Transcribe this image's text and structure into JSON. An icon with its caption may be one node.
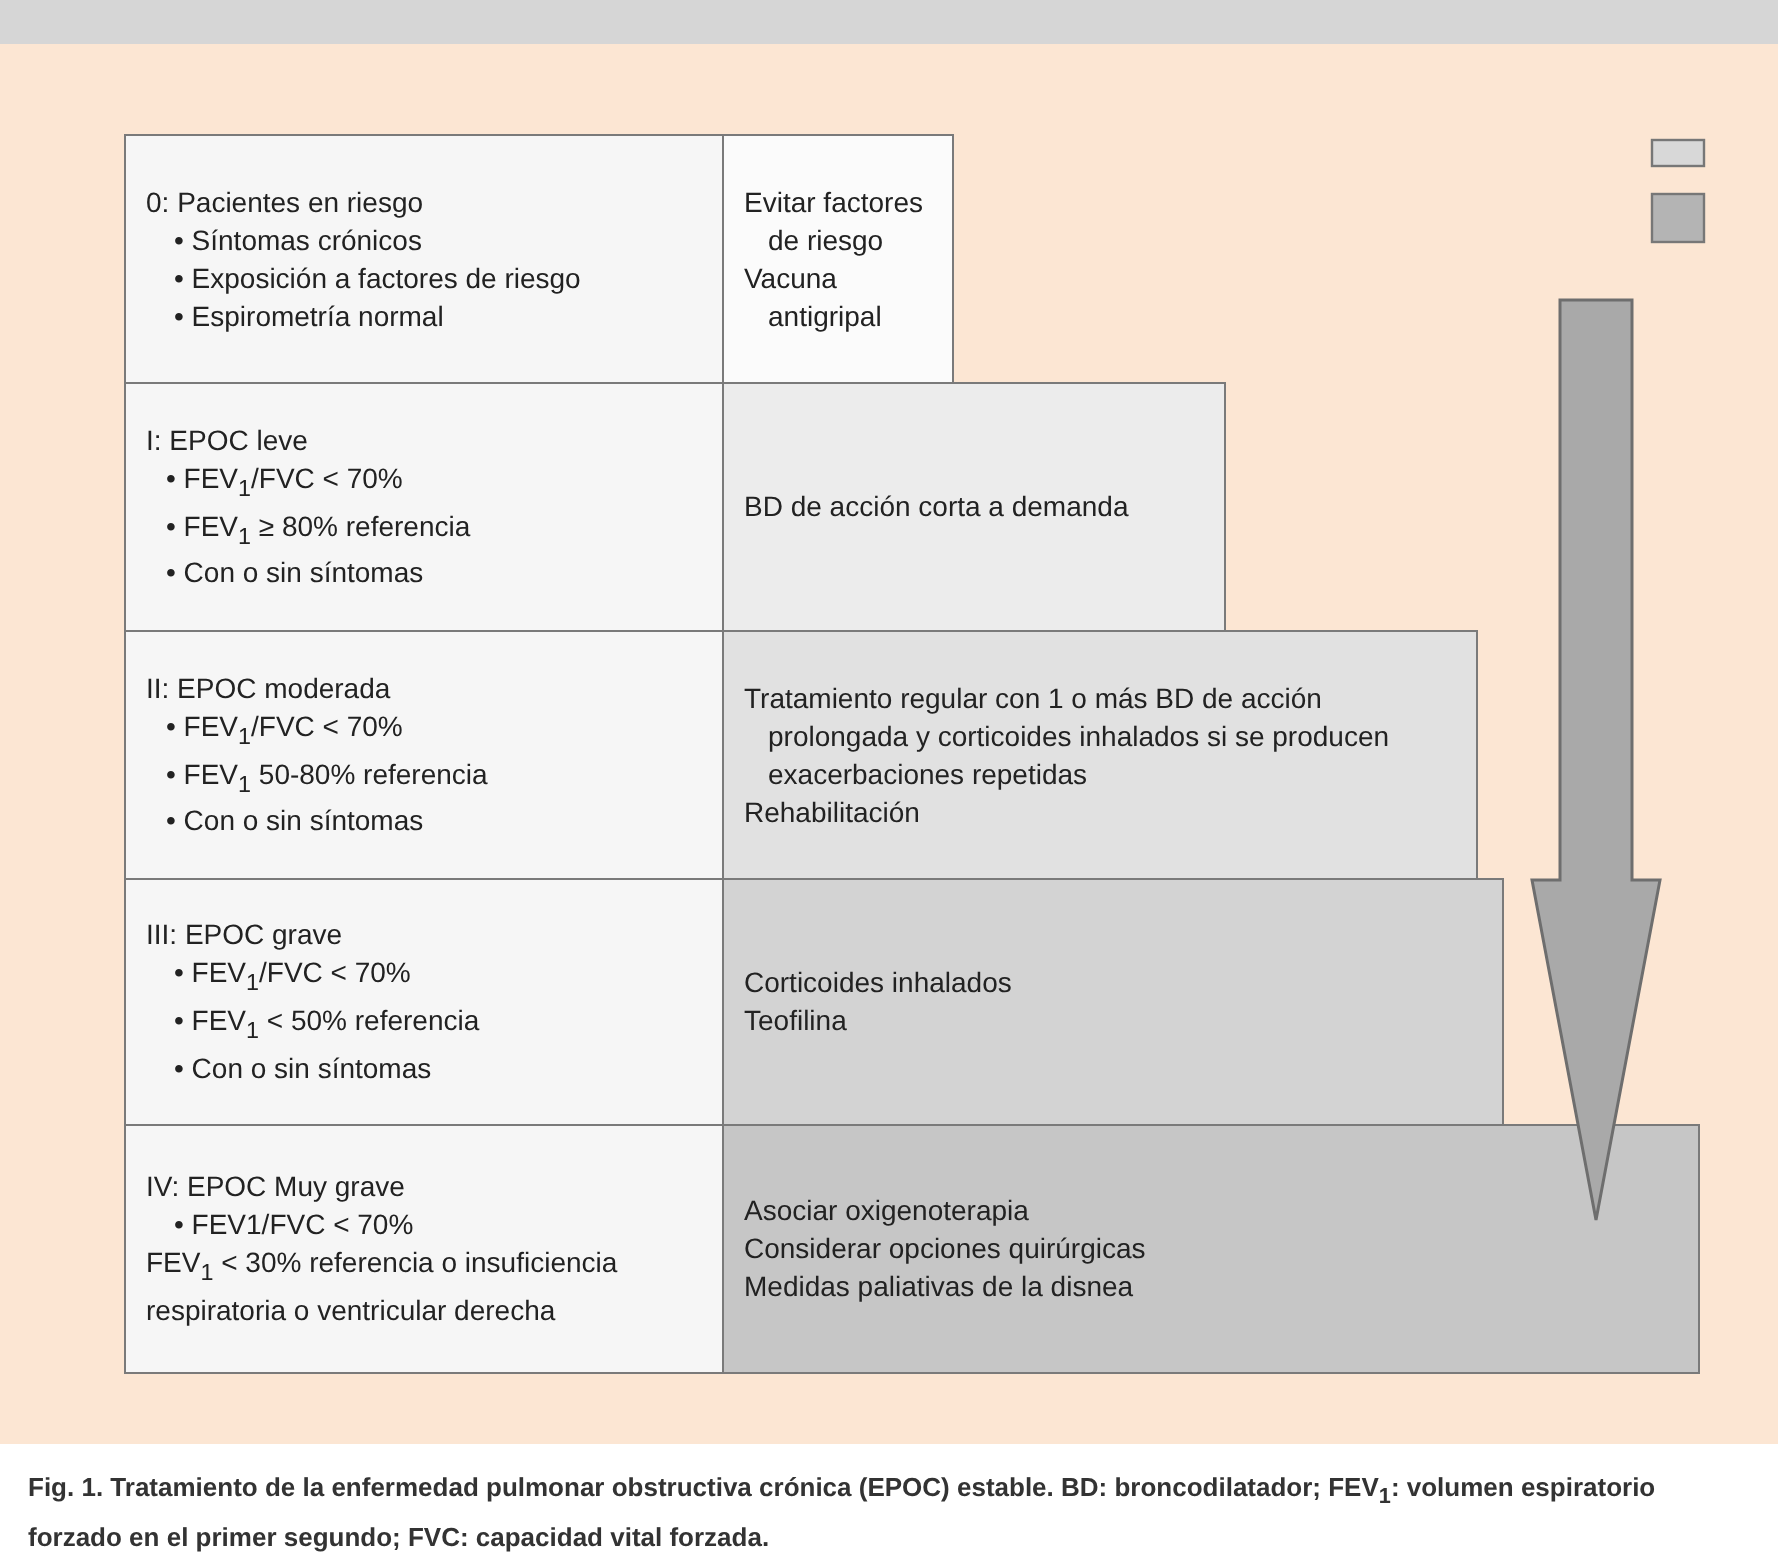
{
  "diagram": {
    "caption": "Fig. 1. Tratamiento de la enfermedad pulmonar obstructiva crónica (EPOC) estable. BD: broncodilatador; FEV$_{1}$: volumen espiratorio forzado en el primer segundo; FVC: capacidad vital forzada.",
    "nodes": [
      {
        "text": [
          "0: Pacientes en riesgo",
          "• Síntomas crónicos",
          "• Exposición a factores de riesgo",
          "• Espirometría normal"
        ]
      },
      {
        "text": [
          "Evitar factores de riesgo",
          "Vacuna antigripal"
        ]
      },
      {
        "text": [
          "I: EPOC leve",
          "• FEV$_{1}$/FVC < 70%",
          "• FEV$_{1}$ ≥ 80% referencia",
          "• Con o sin síntomas"
        ]
      },
      {
        "text": [
          "BD de acción corta a demanda"
        ]
      },
      {
        "text": [
          "II: EPOC moderada",
          "• FEV$_{1}$/FVC < 70%",
          "• FEV$_{1}$ 50-80% referencia",
          "• Con o sin síntomas"
        ]
      },
      {
        "text": [
          "Tratamiento regular con 1 o más BD de acción prolongada y corticoides inhalados si se producen exacerbaciones repetidas",
          "Rehabilitación"
        ]
      },
      {
        "text": [
          "III: EPOC grave",
          "• FEV$_{1}$/FVC < 70%",
          "• FEV$_{1}$ < 50% referencia",
          "• Con o sin síntomas"
        ]
      },
      {
        "text": [
          "Corticoides inhalados",
          "Teofilina"
        ]
      },
      {
        "text": [
          "IV: EPOC Muy grave",
          "• FEV1/FVC < 70%",
          "FEV$_{1}$ < 30% referencia o insuficiencia respiratoria o ventricular derecha"
        ]
      },
      {
        "text": [
          "Asociar oxigenoterapia",
          "Considerar opciones quirúrgicas",
          "Medidas paliativas de la disnea"
        ]
      }
    ],
    "edges": []
  }
}
